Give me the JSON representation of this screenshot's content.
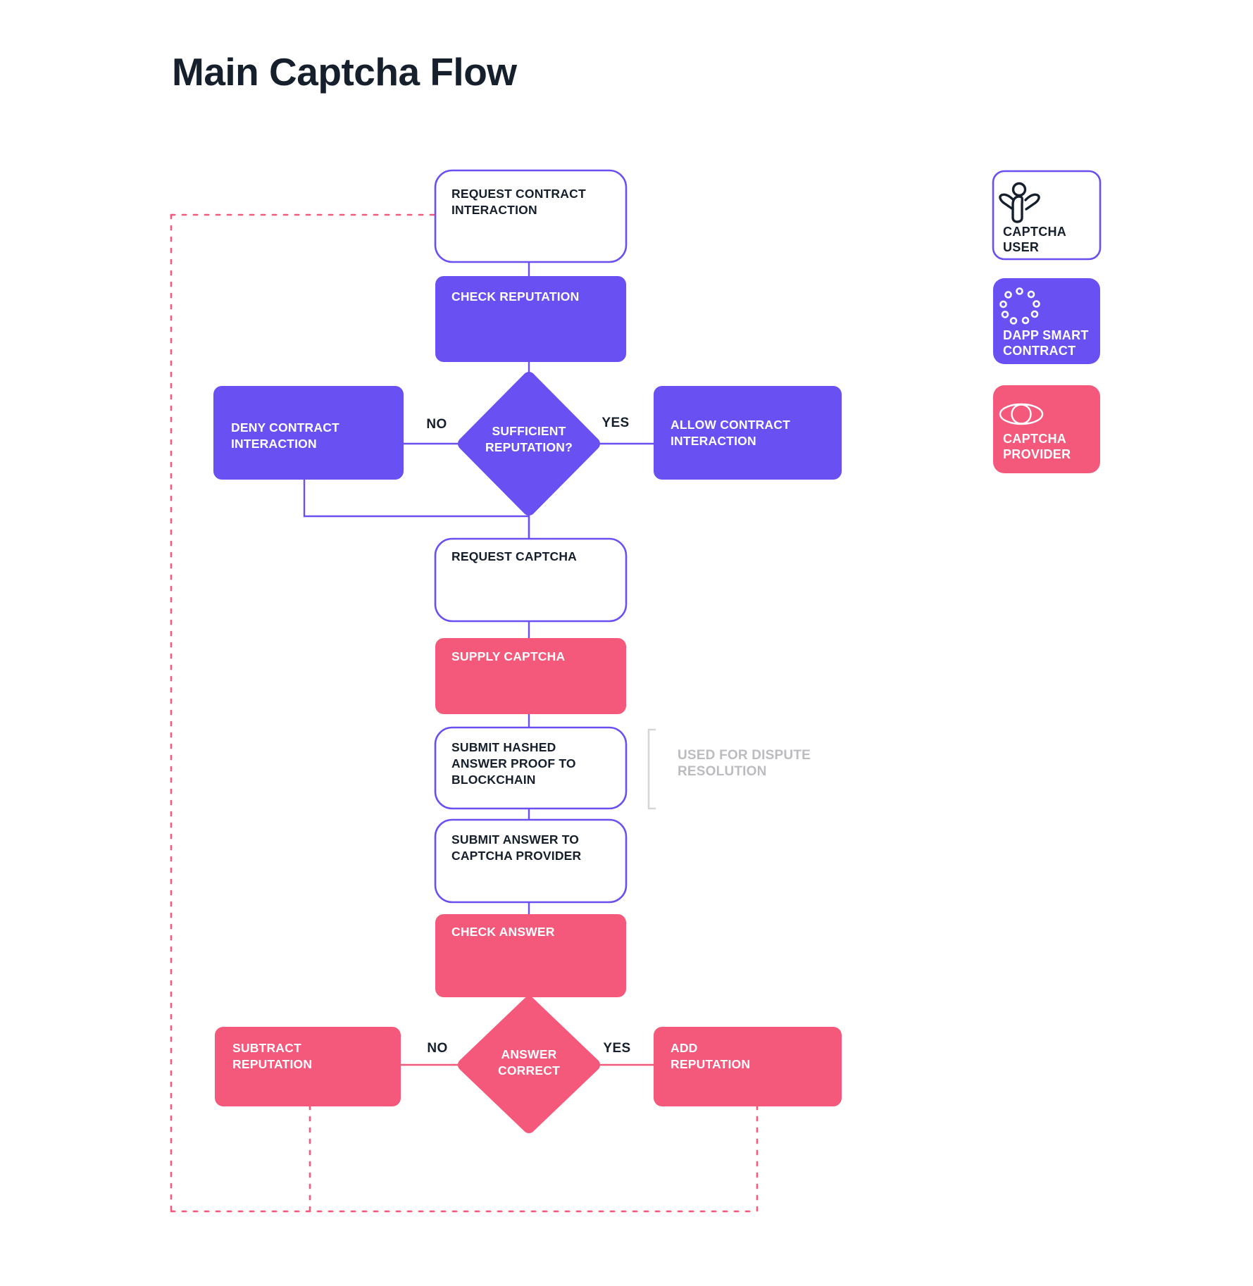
{
  "title": "Main Captcha Flow",
  "colors": {
    "purple": "#6950F3",
    "pink": "#F4587B",
    "dark_text": "#161f2c",
    "white": "#ffffff",
    "gray": "#bcbcc0",
    "background": "#ffffff"
  },
  "nodes": {
    "request_contract_interaction": {
      "label": "REQUEST CONTRACT INTERACTION",
      "line1": "REQUEST CONTRACT",
      "line2": "INTERACTION",
      "actor": "captcha-user",
      "shape": "rounded-rect",
      "style": "outline-purple"
    },
    "check_reputation": {
      "label": "CHECK REPUTATION",
      "line1": "CHECK REPUTATION",
      "actor": "dapp-smart-contract",
      "shape": "rounded-rect",
      "style": "fill-purple"
    },
    "sufficient_reputation": {
      "label": "SUFFICIENT REPUTATION?",
      "line1": "SUFFICIENT",
      "line2": "REPUTATION?",
      "actor": "dapp-smart-contract",
      "shape": "diamond",
      "style": "fill-purple"
    },
    "deny_contract_interaction": {
      "label": "DENY CONTRACT INTERACTION",
      "line1": "DENY CONTRACT",
      "line2": "INTERACTION",
      "actor": "dapp-smart-contract",
      "shape": "rounded-rect",
      "style": "fill-purple"
    },
    "allow_contract_interaction": {
      "label": "ALLOW CONTRACT INTERACTION",
      "line1": "ALLOW CONTRACT",
      "line2": "INTERACTION",
      "actor": "dapp-smart-contract",
      "shape": "rounded-rect",
      "style": "fill-purple"
    },
    "request_captcha": {
      "label": "REQUEST CAPTCHA",
      "line1": "REQUEST CAPTCHA",
      "actor": "captcha-user",
      "shape": "rounded-rect",
      "style": "outline-purple"
    },
    "supply_captcha": {
      "label": "SUPPLY CAPTCHA",
      "line1": "SUPPLY CAPTCHA",
      "actor": "captcha-provider",
      "shape": "rounded-rect",
      "style": "fill-pink"
    },
    "submit_hashed_answer_proof": {
      "label": "SUBMIT HASHED ANSWER PROOF TO BLOCKCHAIN",
      "line1": "SUBMIT HASHED",
      "line2": "ANSWER PROOF TO",
      "line3": "BLOCKCHAIN",
      "actor": "captcha-user",
      "shape": "rounded-rect",
      "style": "outline-purple"
    },
    "submit_answer_to_provider": {
      "label": "SUBMIT ANSWER TO CAPTCHA PROVIDER",
      "line1": "SUBMIT ANSWER TO",
      "line2": "CAPTCHA PROVIDER",
      "actor": "captcha-user",
      "shape": "rounded-rect",
      "style": "outline-purple"
    },
    "check_answer": {
      "label": "CHECK ANSWER",
      "line1": "CHECK ANSWER",
      "actor": "captcha-provider",
      "shape": "rounded-rect",
      "style": "fill-pink"
    },
    "answer_correct": {
      "label": "ANSWER CORRECT",
      "line1": "ANSWER",
      "line2": "CORRECT",
      "actor": "captcha-provider",
      "shape": "diamond",
      "style": "fill-pink"
    },
    "subtract_reputation": {
      "label": "SUBTRACT REPUTATION",
      "line1": "SUBTRACT",
      "line2": "REPUTATION",
      "actor": "captcha-provider",
      "shape": "rounded-rect",
      "style": "fill-pink"
    },
    "add_reputation": {
      "label": "ADD REPUTATION",
      "line1": "ADD",
      "line2": "REPUTATION",
      "actor": "captcha-provider",
      "shape": "rounded-rect",
      "style": "fill-pink"
    }
  },
  "branch_labels": {
    "reputation_no": "NO",
    "reputation_yes": "YES",
    "answer_no": "NO",
    "answer_yes": "YES"
  },
  "annotations": {
    "dispute": {
      "line1": "USED FOR DISPUTE",
      "line2": "RESOLUTION",
      "full": "USED FOR DISPUTE RESOLUTION"
    }
  },
  "legend": {
    "items": [
      {
        "key": "captcha-user",
        "line1": "CAPTCHA",
        "line2": "USER",
        "full": "CAPTCHA USER",
        "icon": "person-icon",
        "style": "outline-purple",
        "text_color": "#161f2c"
      },
      {
        "key": "dapp-smart-contract",
        "line1": "DAPP SMART",
        "line2": "CONTRACT",
        "full": "DAPP SMART CONTRACT",
        "icon": "dots-circle-icon",
        "style": "fill-purple",
        "text_color": "#ffffff"
      },
      {
        "key": "captcha-provider",
        "line1": "CAPTCHA",
        "line2": "PROVIDER",
        "full": "CAPTCHA PROVIDER",
        "icon": "eye-icon",
        "style": "fill-pink",
        "text_color": "#ffffff"
      }
    ]
  }
}
